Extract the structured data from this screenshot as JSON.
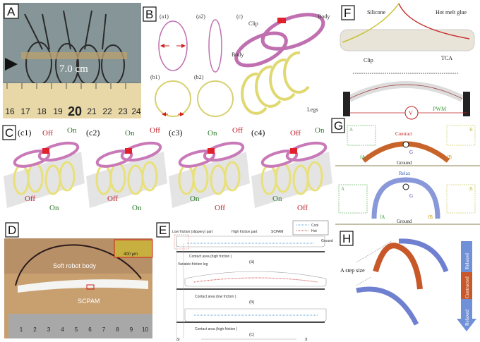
{
  "panels": {
    "A": {
      "label": "A",
      "distance": "7.0 cm",
      "ruler_ticks": [
        "16",
        "17",
        "18",
        "19",
        "20",
        "21",
        "22",
        "23",
        "24"
      ]
    },
    "B": {
      "label": "B",
      "a1": "(a1)",
      "a2": "(a2)",
      "b1": "(b1)",
      "b2": "(b2)",
      "c": "(c)",
      "clip": "Clip",
      "body": "Body",
      "body2": "Body",
      "legs": "Legs"
    },
    "C": {
      "label": "C",
      "subpanels": [
        {
          "id": "(c1)",
          "top_left": "Off",
          "top_right": "On",
          "bottom_left": "Off",
          "bottom_right": "On"
        },
        {
          "id": "(c2)",
          "top_left": "On",
          "top_right": "Off",
          "bottom_left": "Off",
          "bottom_right": "On"
        },
        {
          "id": "(c3)",
          "top_left": "On",
          "top_right": "Off",
          "bottom_left": "On",
          "bottom_right": "Off"
        },
        {
          "id": "(c4)",
          "top_left": "Off",
          "top_right": "On",
          "bottom_left": "On",
          "bottom_right": "Off"
        }
      ]
    },
    "D": {
      "label": "D",
      "body": "Soft robot body",
      "muscle": "SCPAM",
      "scale": "400 μm",
      "ruler_ticks": [
        "1",
        "2",
        "3",
        "4",
        "5",
        "6",
        "7",
        "8",
        "9",
        "10"
      ]
    },
    "E": {
      "label": "E",
      "legend_cool": "Cool",
      "legend_hot": "Hot",
      "low_friction": "Low friction (slippery) part",
      "high_friction": "High friction part",
      "scpam": "SCPAM",
      "ground": "Ground",
      "leg": "Variable-friction leg",
      "contact_a": "Contact area (high friction )",
      "contact_b": "Contact area (low friction )",
      "contact_c": "Contact area (high friction )",
      "sub_a": "(a)",
      "sub_b": "(b)",
      "sub_c": "(c)",
      "delta": "Δl",
      "axis": "x"
    },
    "F": {
      "label": "F",
      "silicone": "Silicone",
      "glue": "Hot melt glue",
      "clip": "Clip",
      "tca": "TCA",
      "voltage": "V",
      "pwm": "PWM"
    },
    "G": {
      "label": "G",
      "contract": "Contract",
      "relax": "Relax",
      "gravity": "G",
      "gravity2": "G",
      "ground": "Ground",
      "ground2": "Ground",
      "fa": "fA",
      "fb": "fB",
      "fa2": "fA",
      "fb2": "fB",
      "inset_a": "A",
      "inset_b": "B",
      "inset_a2": "A",
      "inset_b2": "B"
    },
    "H": {
      "label": "H",
      "step": "A step size",
      "states": [
        "Relaxed",
        "Contracted",
        "Relaxed"
      ]
    }
  },
  "colors": {
    "body": "#c979b8",
    "legs": "#e8e07a",
    "clip": "#e0202a",
    "on": "#2a7a2a",
    "off": "#c0202a",
    "contract": "#c8642a",
    "relax": "#8898d8",
    "arrow": "#5a80c8"
  }
}
